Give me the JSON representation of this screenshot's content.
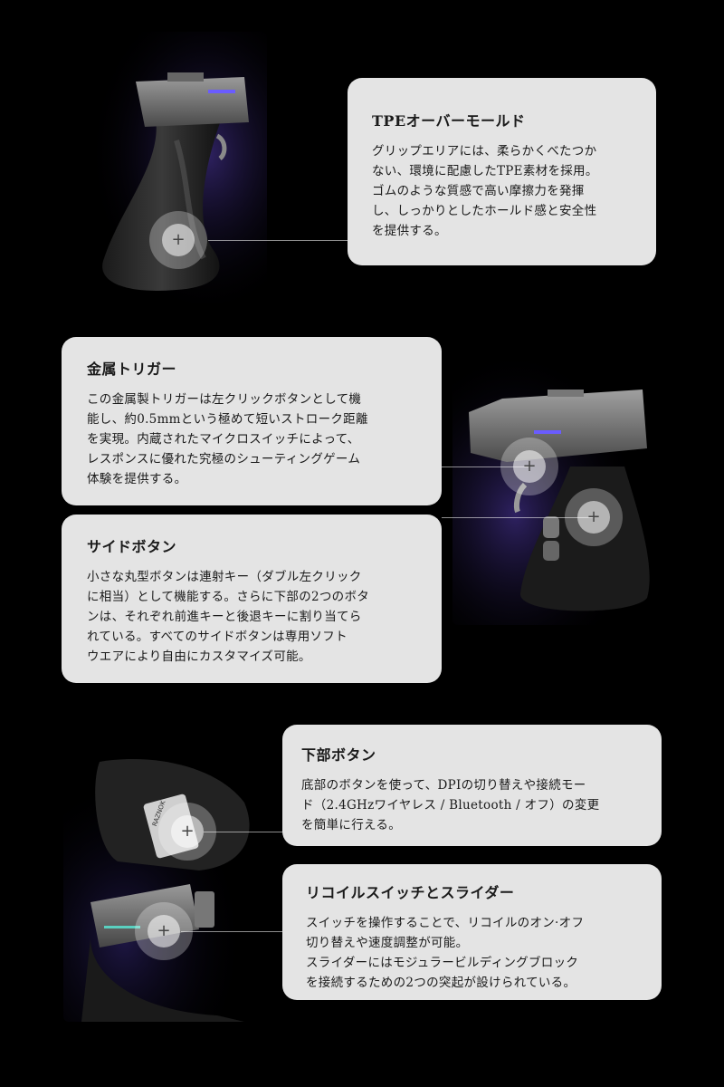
{
  "sections": [
    {
      "title": "TPEオーバーモールド",
      "body": "グリップエリアには、柔らかくべたつか\nない、環境に配慮したTPE素材を採用。\nゴムのような質感で高い摩擦力を発揮\nし、しっかりとしたホールド感と安全性\nを提供する。"
    },
    {
      "title": "金属トリガー",
      "body": "この金属製トリガーは左クリックボタンとして機\n能し、約0.5mmという極めて短いストローク距離\nを実現。内蔵されたマイクロスイッチによって、\nレスポンスに優れた究極のシューティングゲーム\n体験を提供する。"
    },
    {
      "title": "サイドボタン",
      "body": "小さな丸型ボタンは連射キー（ダブル左クリック\nに相当）として機能する。さらに下部の2つのボタ\nンは、それぞれ前進キーと後退キーに割り当てら\nれている。すべてのサイドボタンは専用ソフト\nウエアにより自由にカスタマイズ可能。"
    },
    {
      "title": "下部ボタン",
      "body": "底部のボタンを使って、DPIの切り替えや接続モー\nド（2.4GHzワイヤレス / Bluetooth / オフ）の変更\nを簡単に行える。"
    },
    {
      "title": "リコイルスイッチとスライダー",
      "body": "スイッチを操作することで、リコイルのオン·オフ\n切り替えや速度調整が可能。\nスライダーにはモジュラービルディングブロック\nを接続するための2つの突起が設けられている。"
    }
  ],
  "hotspot_symbol": "+",
  "product_label": "RAZNOK",
  "colors": {
    "background": "#000000",
    "card": "#e4e4e4",
    "accent_glow": "#6a5cff"
  }
}
